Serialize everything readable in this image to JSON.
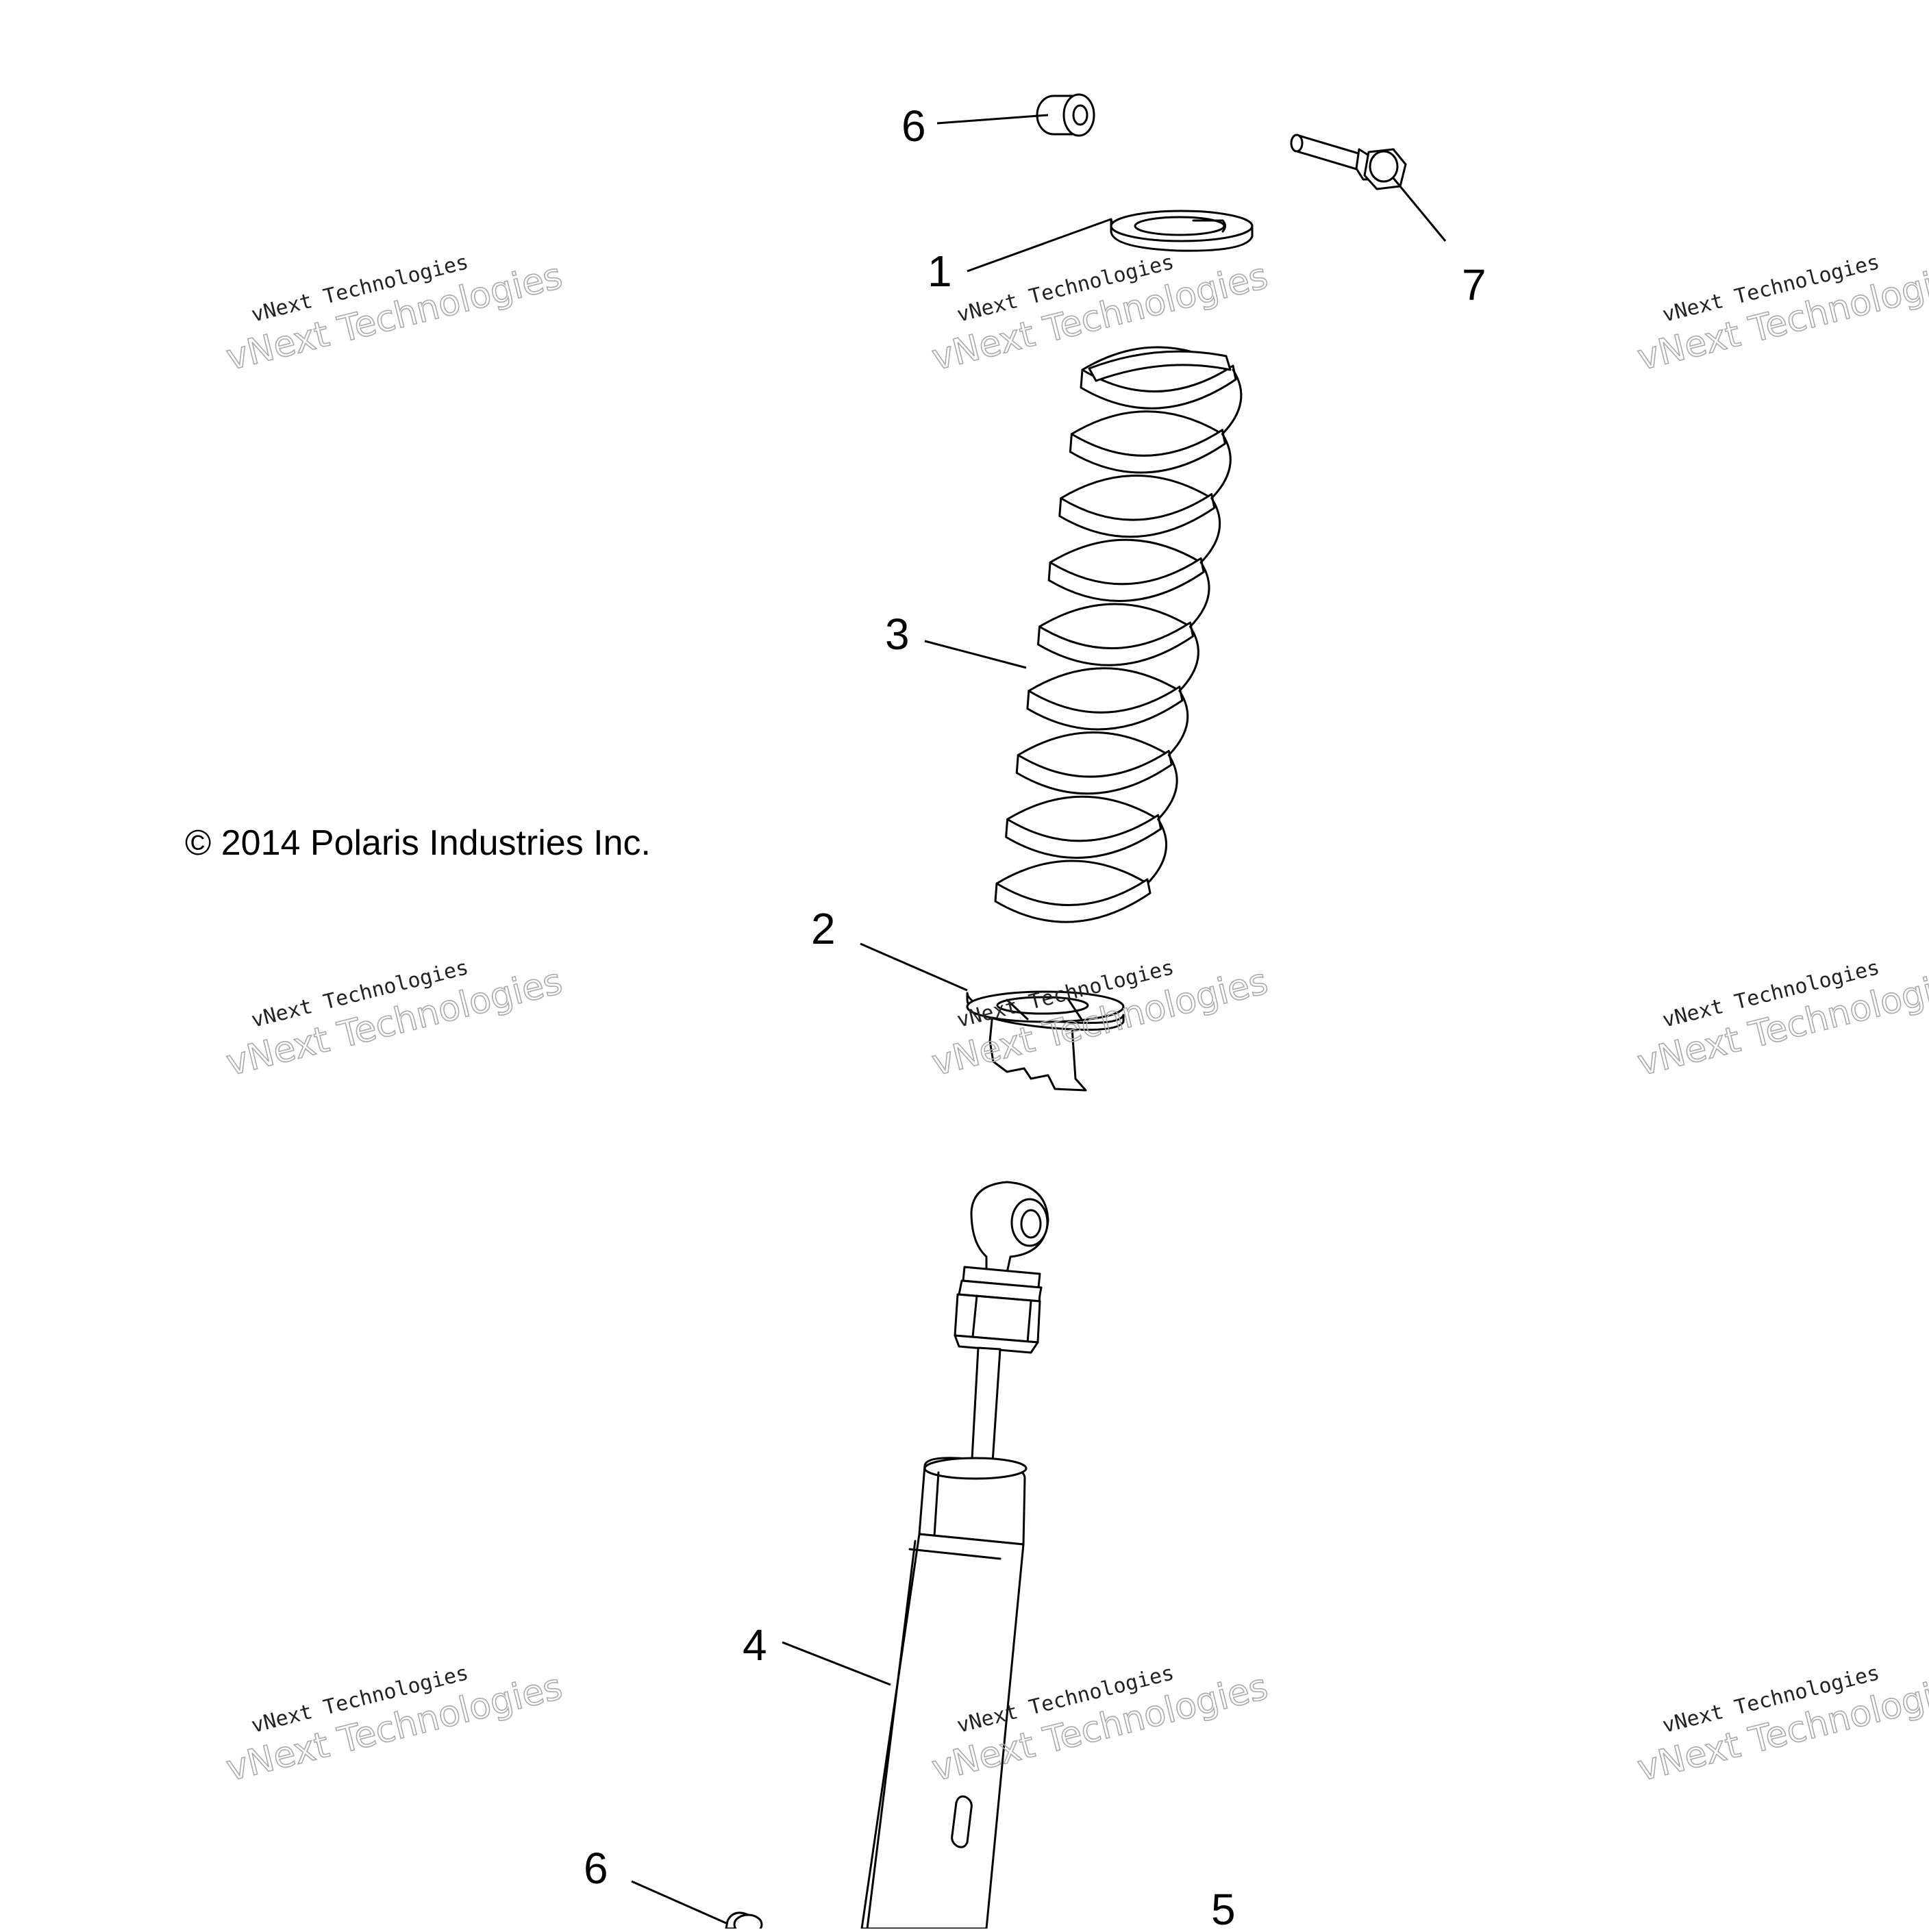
{
  "diagram": {
    "copyright": "© 2014 Polaris Industries Inc.",
    "watermark": {
      "line1": "vNext Technologies",
      "line2": "vNext Technologies"
    },
    "callouts": [
      {
        "id": "c6a",
        "label": "6"
      },
      {
        "id": "c7",
        "label": "7"
      },
      {
        "id": "c1",
        "label": "1"
      },
      {
        "id": "c3",
        "label": "3"
      },
      {
        "id": "c2",
        "label": "2"
      },
      {
        "id": "c4",
        "label": "4"
      },
      {
        "id": "c6b",
        "label": "6"
      },
      {
        "id": "c5",
        "label": "5"
      }
    ],
    "colors": {
      "line": "#000000",
      "background": "#ffffff",
      "watermark": "#aaaaaa"
    }
  }
}
